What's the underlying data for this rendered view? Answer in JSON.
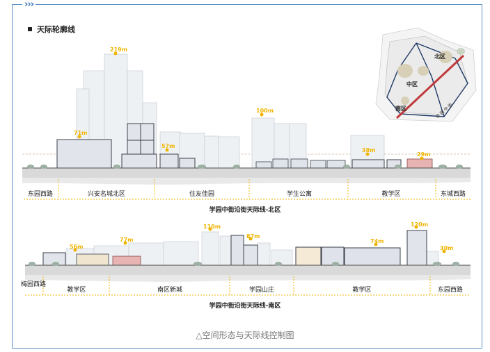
{
  "header": {
    "chevrons": "›››"
  },
  "section_title": "天际轮廓线",
  "map": {
    "labels": [
      "北区",
      "中区",
      "南区"
    ],
    "road_label": "学 园 中 街"
  },
  "north": {
    "heights": [
      "219m",
      "71m",
      "57m",
      "100m",
      "38m",
      "29m"
    ],
    "zones": [
      "东园西路",
      "兴安名城北区",
      "住友佳园",
      "学生公寓",
      "教学区",
      "东城西路"
    ],
    "subtitle": "学园中街沿街天际线-北区"
  },
  "south": {
    "heights": [
      "56m",
      "77m",
      "110m",
      "87m",
      "74m",
      "120m",
      "30m"
    ],
    "zones": [
      "梅园西路",
      "教学区",
      "南区新城",
      "学园山庄",
      "教学区",
      "东园西路"
    ],
    "subtitle": "学园中街沿街天际线-南区"
  },
  "caption": "△空间形态与天际线控制图",
  "colors": {
    "frame": "#5a8fc7",
    "accent": "#f0b400",
    "road": "#c0393b"
  }
}
